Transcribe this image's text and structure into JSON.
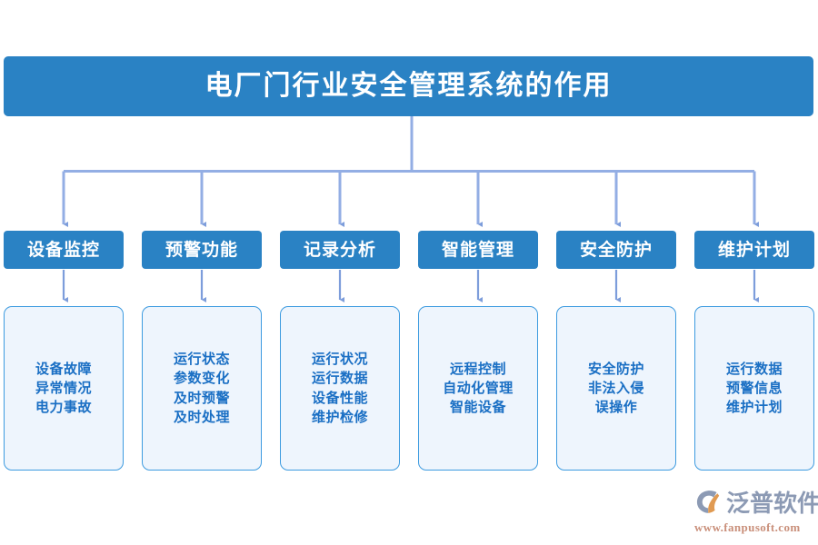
{
  "diagram": {
    "title": "电厂门行业安全管理系统的作用",
    "colors": {
      "header_blue": "#2a82c4",
      "body_fill": "#eef5fd",
      "body_border": "#3d9be0",
      "body_text": "#1a6fc4",
      "connector": "#93aee4",
      "title_text": "#ffffff"
    },
    "columns": [
      {
        "header": "设备监控",
        "lines": [
          "设备故障",
          "异常情况",
          "电力事故"
        ]
      },
      {
        "header": "预警功能",
        "lines": [
          "运行状态",
          "参数变化",
          "及时预警",
          "及时处理"
        ]
      },
      {
        "header": "记录分析",
        "lines": [
          "运行状况",
          "运行数据",
          "设备性能",
          "维护检修"
        ]
      },
      {
        "header": "智能管理",
        "lines": [
          "远程控制",
          "自动化管理",
          "智能设备"
        ]
      },
      {
        "header": "安全防护",
        "lines": [
          "安全防护",
          "非法入侵",
          "误操作"
        ]
      },
      {
        "header": "维护计划",
        "lines": [
          "运行数据",
          "预警信息",
          "维护计划"
        ]
      }
    ]
  },
  "logo": {
    "name": "泛普软件",
    "url": "www.fanpusoft.com",
    "mark_icon": "fanpu-c-arc-logo-icon",
    "name_color": "#8c9ab4",
    "url_color": "#c98f7a"
  }
}
